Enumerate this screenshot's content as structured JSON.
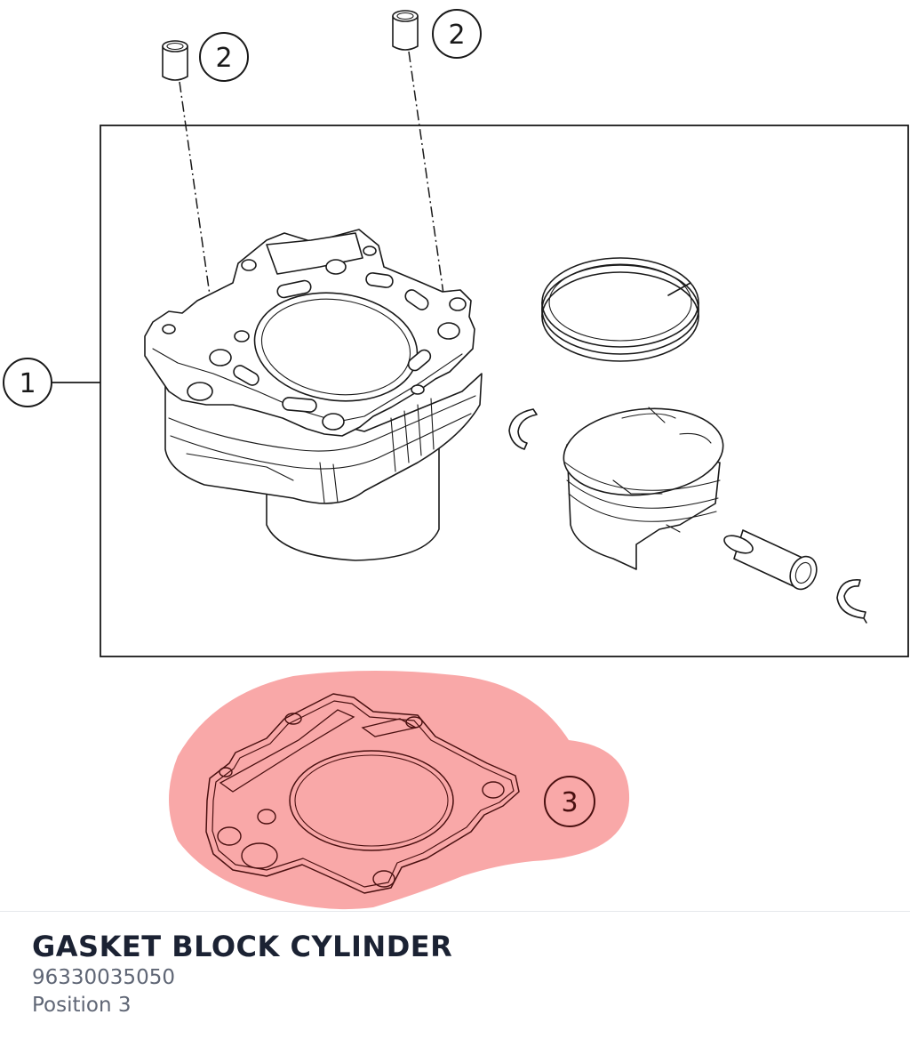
{
  "callouts": {
    "cylinder": "1",
    "dowel_left": "2",
    "dowel_right": "2",
    "gasket": "3"
  },
  "part": {
    "title": "GASKET BLOCK CYLINDER",
    "number": "96330035050",
    "position": "Position 3"
  },
  "colors": {
    "highlight": "#f9a8a8",
    "title": "#1b2233",
    "subtext": "#5f6675"
  }
}
